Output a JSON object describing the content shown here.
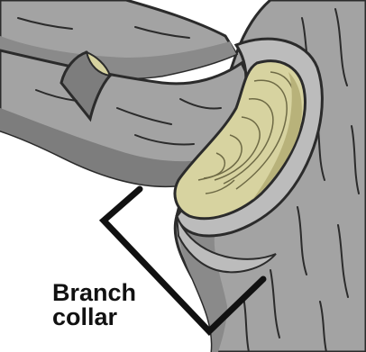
{
  "illustration": {
    "label": "Branch\ncollar",
    "colors": {
      "bark": "#a3a3a3",
      "bark_shadow": "#7d7d7d",
      "bark_highlight": "#c2c2c2",
      "outline": "#2b2b2b",
      "cut_wood": "#d7d3a0",
      "cut_wood_dark": "#b8b27a",
      "marker": "#111111"
    },
    "icons": [
      "tree-trunk",
      "pruned-branch-stub",
      "cut-wound",
      "branch-collar-bracket"
    ]
  }
}
